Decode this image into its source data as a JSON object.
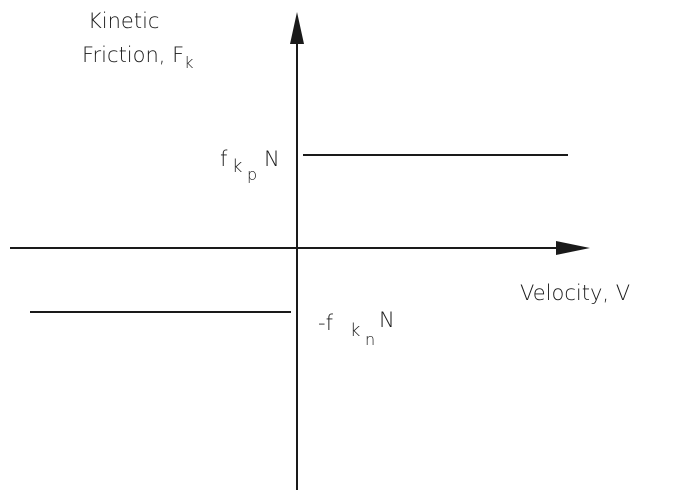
{
  "diagram": {
    "y_axis_label": {
      "line1": "Kinetic",
      "line2_main": "Friction, F",
      "line2_sub": "k"
    },
    "x_axis_label": "Velocity, V",
    "positive_level": {
      "f": "f",
      "k": "k",
      "sub": "p",
      "N": "N"
    },
    "negative_level": {
      "prefix": "-f",
      "k": "k",
      "sub": "n",
      "N": "N"
    },
    "colors": {
      "ink": "#1a1a1a",
      "background": "#ffffff"
    }
  }
}
